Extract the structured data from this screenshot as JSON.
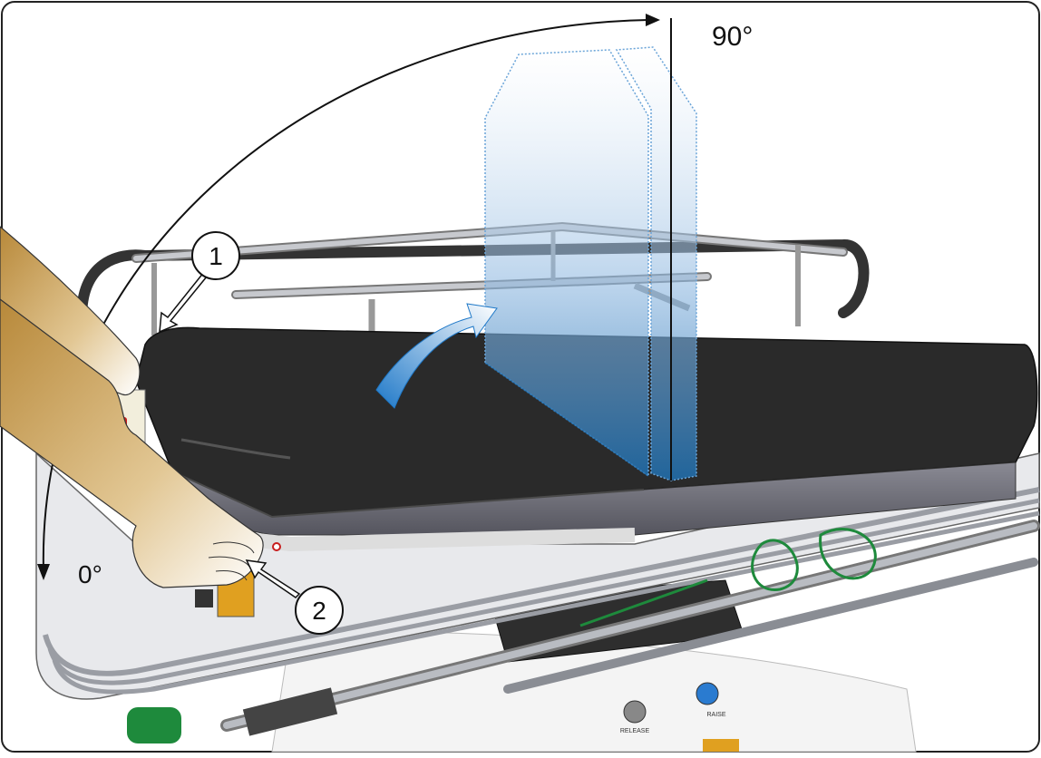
{
  "angles": {
    "start": "0°",
    "end": "90°"
  },
  "callouts": [
    {
      "number": "1"
    },
    {
      "number": "2"
    }
  ],
  "pedal_labels": {
    "release": "RELEASE",
    "raise": "RAISE"
  },
  "colors": {
    "mattress": "#2a2a2a",
    "mattress_edge": "#6f6f78",
    "frame_metal": "#b9bcc2",
    "highlight_blue": "#1f6fb0",
    "arrow_blue": "#1e78c8",
    "green_accent": "#1e8a3c",
    "red_accent": "#c81e1e",
    "yellow_accent": "#e0a020",
    "skin": "#c89a48"
  }
}
